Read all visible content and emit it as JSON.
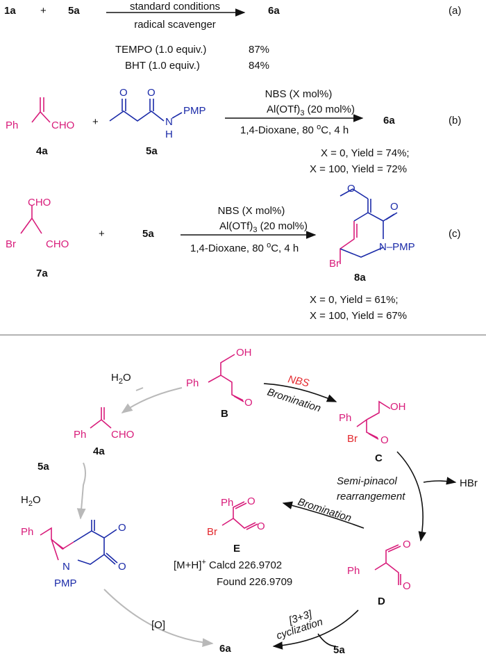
{
  "panel_a": {
    "reactant1": "1a",
    "plus": "+",
    "reactant2": "5a",
    "cond_top": "standard conditions",
    "cond_bottom": "radical scavenger",
    "product": "6a",
    "label": "(a)",
    "rows": [
      {
        "reagent": "TEMPO (1.0 equiv.)",
        "yield": "87%"
      },
      {
        "reagent": "BHT (1.0 equiv.)",
        "yield": "84%"
      }
    ]
  },
  "panel_b": {
    "compound1_label": "4a",
    "compound1_ph": "Ph",
    "compound1_cho": "CHO",
    "plus": "+",
    "compound2_label": "5a",
    "compound2_o": "O",
    "compound2_nh": "N",
    "compound2_h": "H",
    "compound2_pmp": "PMP",
    "cond1": "NBS (X mol%)",
    "cond2_main": "Al(OTf)",
    "cond2_sub": "3",
    "cond2_rest": " (20 mol%)",
    "cond3_main": "1,4-Dioxane, 80 ",
    "cond3_sup": "o",
    "cond3_rest": "C, 4 h",
    "product": "6a",
    "label": "(b)",
    "result1": "X = 0, Yield = 74%;",
    "result2": "X = 100, Yield = 72%"
  },
  "panel_c": {
    "compound1_label": "7a",
    "cho": "CHO",
    "br": "Br",
    "plus": "+",
    "compound2_label": "5a",
    "cond1": "NBS (X mol%)",
    "cond2_main": "Al(OTf)",
    "cond2_sub": "3",
    "cond2_rest": " (20 mol%)",
    "cond3_main": "1,4-Dioxane, 80 ",
    "cond3_sup": "o",
    "cond3_rest": "C, 4 h",
    "product_label": "8a",
    "o": "O",
    "n_pmp": "N–PMP",
    "label": "(c)",
    "result1": "X = 0, Yield = 61%;",
    "result2": "X = 100, Yield = 67%"
  },
  "mechanism": {
    "water1_main": "H",
    "water1_sub": "2",
    "water1_end": "O",
    "water2_main": "H",
    "water2_sub": "2",
    "water2_end": "O",
    "ph": "Ph",
    "oh": "OH",
    "o": "O",
    "br": "Br",
    "cho": "CHO",
    "label_B": "B",
    "label_C": "C",
    "label_D": "D",
    "label_E": "E",
    "label_4a": "4a",
    "nbs": "NBS",
    "bromination1": "Bromination",
    "bromination2": "Bromination",
    "semi1": "Semi-pinacol",
    "semi2": "rearrangement",
    "hbr": "HBr",
    "ms_main": "[M+H]",
    "ms_sup": "+",
    "ms_rest": " Calcd 226.9702",
    "ms_found": "Found 226.9709",
    "reagent_5a_left": "5a",
    "reagent_5a_bottom": "5a",
    "cyc1": "[3+3]",
    "cyc2": "cyclization",
    "ox": "[O]",
    "product": "6a",
    "n": "N",
    "pmp": "PMP"
  }
}
